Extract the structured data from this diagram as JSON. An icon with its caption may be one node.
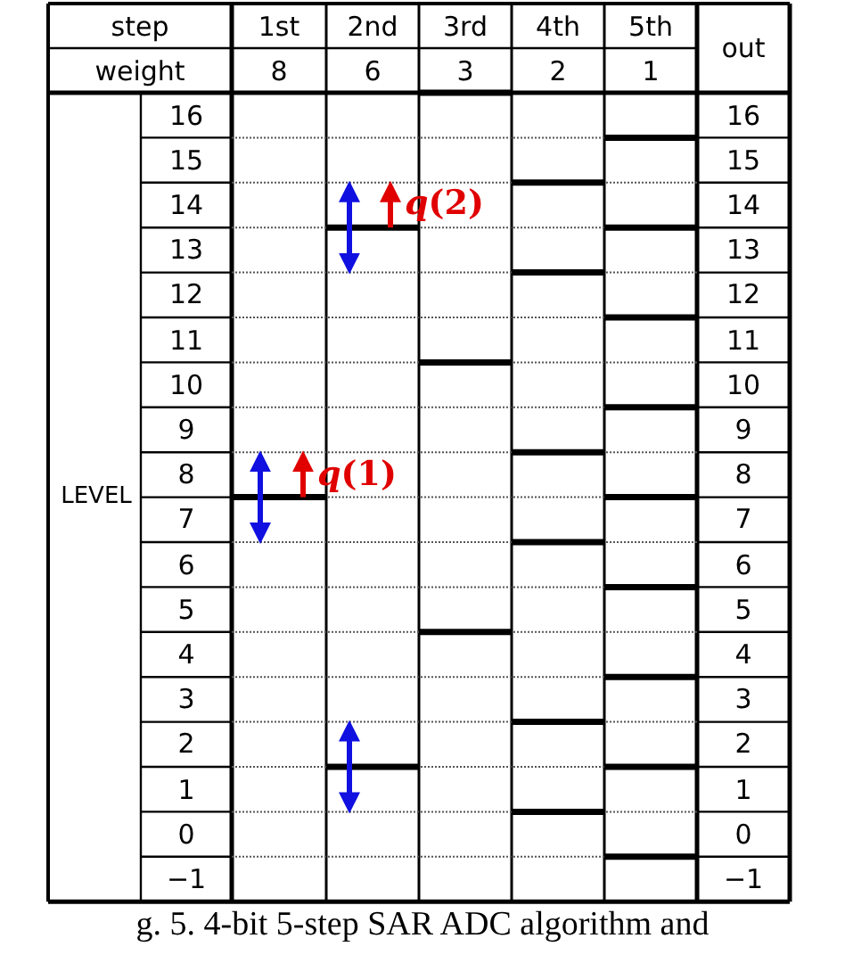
{
  "diagram": {
    "caption": "g. 5. 4-bit 5-step SAR ADC algorithm and",
    "labels": [
      "step",
      "1st",
      "2nd",
      "3rd",
      "4th",
      "5th",
      "out",
      "weight",
      "8",
      "6",
      "3",
      "2",
      "1",
      "LEVEL",
      "16",
      "16",
      "15",
      "15",
      "14",
      "14",
      "13",
      "13",
      "12",
      "12",
      "11",
      "11",
      "10",
      "10",
      "9",
      "9",
      "8",
      "8",
      "7",
      "7",
      "6",
      "6",
      "5",
      "5",
      "4",
      "4",
      "3",
      "3",
      "2",
      "2",
      "1",
      "1",
      "0",
      "0",
      "−1",
      "−1",
      "*q*(2)",
      "*q*(1)"
    ]
  }
}
